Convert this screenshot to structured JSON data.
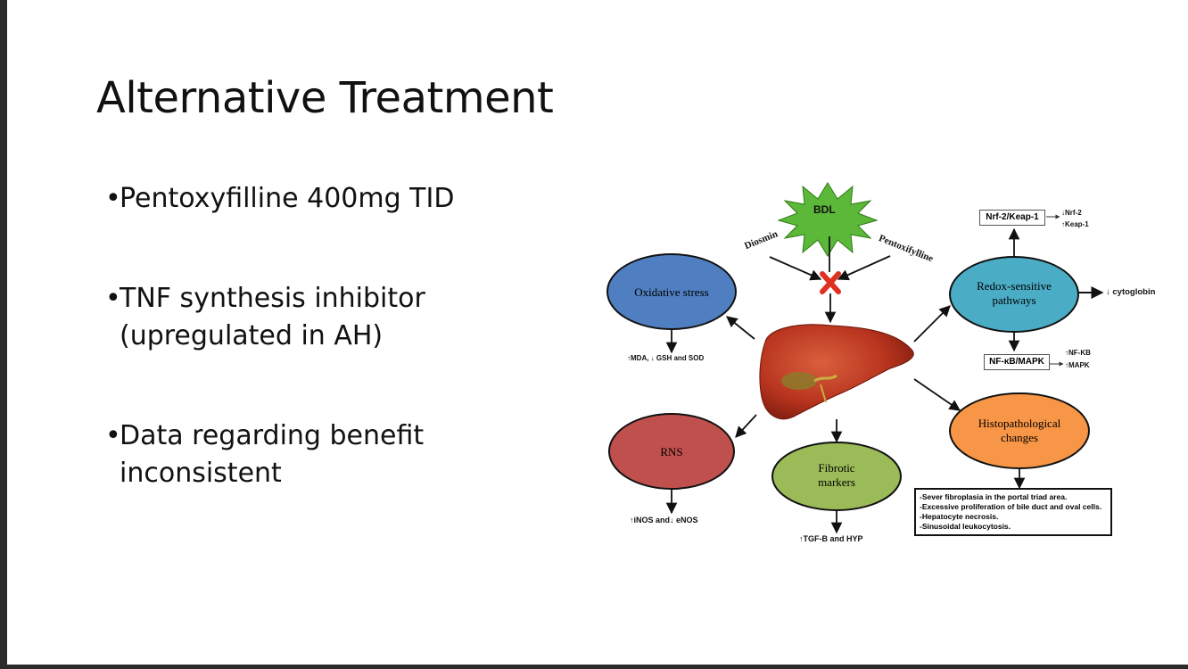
{
  "slide": {
    "title": "Alternative Treatment",
    "bullets": [
      "Pentoxyfilline 400mg TID",
      "TNF synthesis inhibitor (upregulated in AH)",
      "Data regarding benefit inconsistent"
    ]
  },
  "diagram": {
    "bdl": "BDL",
    "diosmin": "Diosmin",
    "pentoxifylline": "Pentoxifylline",
    "oxidative_stress": "Oxidative stress",
    "oxidative_result": "↑MDA, ↓ GSH and SOD",
    "rns": "RNS",
    "rns_result": "↑iNOS and↓ eNOS",
    "fibrotic": "Fibrotic markers",
    "fibrotic_result": "↑TGF-B and HYP",
    "redox": "Redox-sensitive pathways",
    "cytoglobin": "↓ cytoglobin",
    "nrf_box": "Nrf-2/Keap-1",
    "nrf_result_1": "↓Nrf-2",
    "nrf_result_2": "↑Keap-1",
    "nfkb_box": "NF-κB/MAPK",
    "nfkb_result_1": "↑NF-KB",
    "nfkb_result_2": "↑MAPK",
    "histo": "Histopathological changes",
    "histo_list": [
      "-Sever fibroplasia in the portal triad area.",
      "-Excessive proliferation of bile duct and oval cells.",
      "-Hepatocyte necrosis.",
      "-Sinusoidal leukocytosis."
    ],
    "colors": {
      "oxidative": "#4f7fc0",
      "rns": "#c0504d",
      "fibrotic": "#9bbb59",
      "redox": "#4bacc6",
      "histo": "#f79646",
      "bdl": "#4cae2c",
      "block": "#e03020",
      "liver": "#b8341e"
    },
    "icons": [
      "bdl-starburst",
      "block-x-icon",
      "liver-image"
    ]
  }
}
